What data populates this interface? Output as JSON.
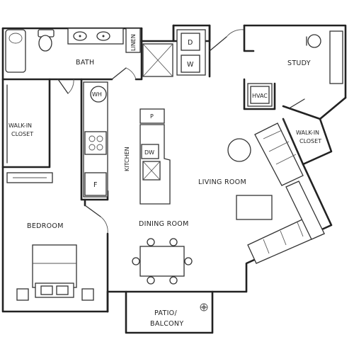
{
  "rooms": {
    "bath": "BATH",
    "linen": "LINEN",
    "study": "STUDY",
    "walk_in_closet_left": [
      "WALK-IN",
      "CLOSET"
    ],
    "walk_in_closet_right": [
      "WALK-IN",
      "CLOSET"
    ],
    "kitchen": "KITCHEN",
    "living_room": "LIVING ROOM",
    "bedroom": "BEDROOM",
    "dining_room": "DINING ROOM",
    "patio": [
      "PATIO/",
      "BALCONY"
    ]
  },
  "fixtures": {
    "dryer": "D",
    "washer": "W",
    "water_heater": "WH",
    "hvac": "HVAC",
    "pantry": "P",
    "dishwasher": "DW",
    "fridge": "F"
  }
}
